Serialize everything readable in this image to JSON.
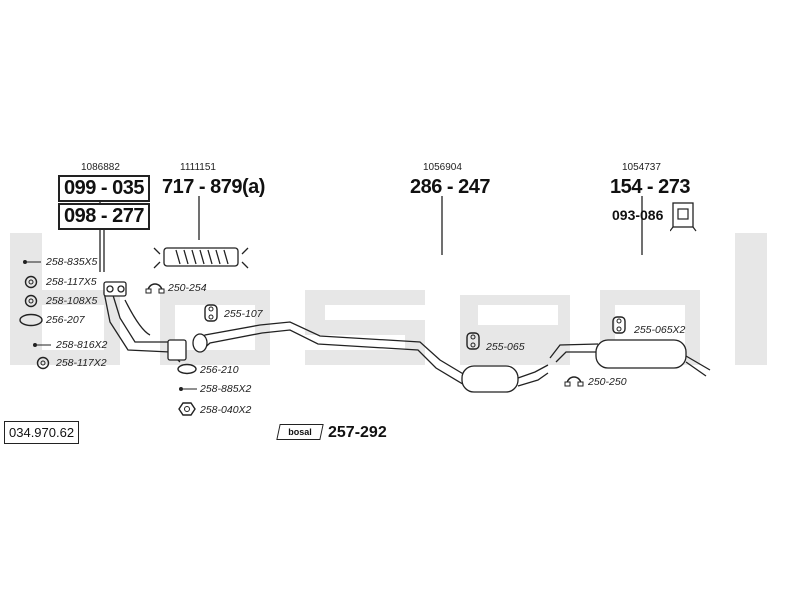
{
  "watermark": {
    "text": "bosal",
    "color": "#e6e6e6"
  },
  "set_number": "034.970.62",
  "groups": [
    {
      "ref": "1086882",
      "parts": [
        "099 - 035",
        "098 - 277"
      ]
    },
    {
      "ref": "1111151",
      "part": "717 - 879(a)"
    },
    {
      "ref": "1056904",
      "part": "286 - 247"
    },
    {
      "ref": "1054737",
      "part": "154 - 273",
      "sub_part": "093-086"
    }
  ],
  "fittings_left": [
    {
      "icon": "bolt-icon",
      "label": "258-835X5"
    },
    {
      "icon": "spring-washer-icon",
      "label": "258-117X5"
    },
    {
      "icon": "spring-washer-icon",
      "label": "258-108X5"
    },
    {
      "icon": "gasket-ring-icon",
      "label": "256-207"
    },
    {
      "icon": "bolt-icon",
      "label": "258-816X2"
    },
    {
      "icon": "spring-washer-icon",
      "label": "258-117X2"
    }
  ],
  "fittings_middle": [
    {
      "icon": "clamp-icon",
      "label": "250-254"
    },
    {
      "icon": "rubber-mount-icon",
      "label": "255-107"
    },
    {
      "icon": "gasket-ring-icon",
      "label": "256-210"
    },
    {
      "icon": "bolt-icon",
      "label": "258-885X2"
    },
    {
      "icon": "hex-nut-icon",
      "label": "258-040X2"
    }
  ],
  "fittings_right": [
    {
      "icon": "rubber-mount-icon",
      "label": "255-065"
    },
    {
      "icon": "rubber-mount-icon",
      "label": "255-065X2"
    },
    {
      "icon": "clamp-icon",
      "label": "250-250"
    }
  ],
  "assembly_kit": {
    "icon": "bosal-box-icon",
    "box_text": "bosal",
    "label": "257-292"
  }
}
